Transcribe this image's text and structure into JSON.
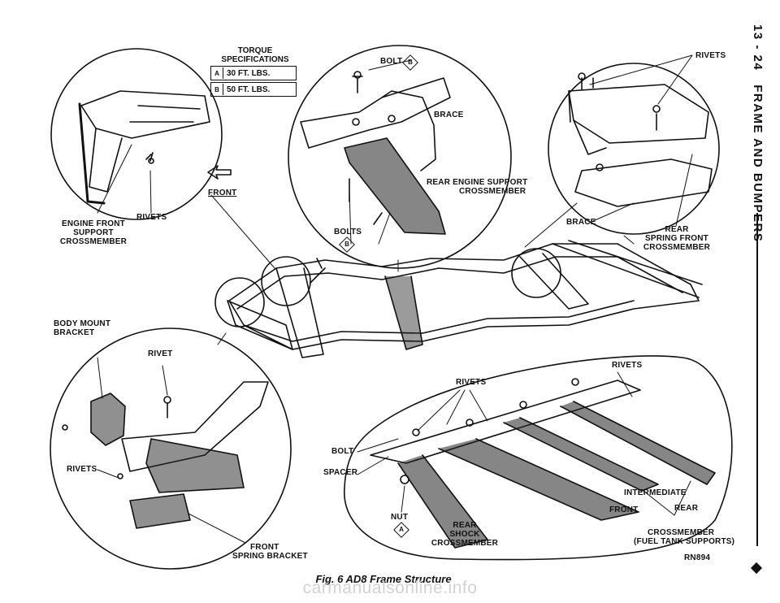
{
  "header": {
    "section": "13 - 24",
    "title": "FRAME AND BUMPERS"
  },
  "torque": {
    "title_line1": "TORQUE",
    "title_line2": "SPECIFICATIONS",
    "rows": [
      {
        "badge": "A",
        "value": "30 FT. LBS."
      },
      {
        "badge": "B",
        "value": "50 FT. LBS."
      }
    ]
  },
  "labels": {
    "front": "FRONT",
    "bolt_top": "BOLT",
    "bolt_top_badge": "B",
    "brace_top": "BRACE",
    "rear_engine_support_1": "REAR ENGINE SUPPORT",
    "rear_engine_support_2": "CROSSMEMBER",
    "bolts": "BOLTS",
    "bolts_badge": "B",
    "rivets_top_left": "RIVETS",
    "engine_front_1": "ENGINE FRONT",
    "engine_front_2": "SUPPORT",
    "engine_front_3": "CROSSMEMBER",
    "rivets_top_right": "RIVETS",
    "brace_right": "BRACE",
    "rear_spring_1": "REAR",
    "rear_spring_2": "SPRING FRONT",
    "rear_spring_3": "CROSSMEMBER",
    "body_mount_1": "BODY MOUNT",
    "body_mount_2": "BRACKET",
    "rivet": "RIVET",
    "rivets_left": "RIVETS",
    "front_spring_1": "FRONT",
    "front_spring_2": "SPRING BRACKET",
    "rivets_mid": "RIVETS",
    "rivets_right": "RIVETS",
    "bolt_lower": "BOLT",
    "spacer": "SPACER",
    "nut": "NUT",
    "nut_badge": "A",
    "rear_shock_1": "REAR",
    "rear_shock_2": "SHOCK",
    "rear_shock_3": "CROSSMEMBER",
    "intermediate": "INTERMEDIATE",
    "front_lower": "FRONT",
    "rear_lower": "REAR",
    "crossmember_fuel_1": "CROSSMEMBER",
    "crossmember_fuel_2": "(FUEL TANK SUPPORTS)",
    "ref_code": "RN894"
  },
  "caption": "Fig. 6 AD8 Frame Structure",
  "watermark": "carmanualsonline.info"
}
